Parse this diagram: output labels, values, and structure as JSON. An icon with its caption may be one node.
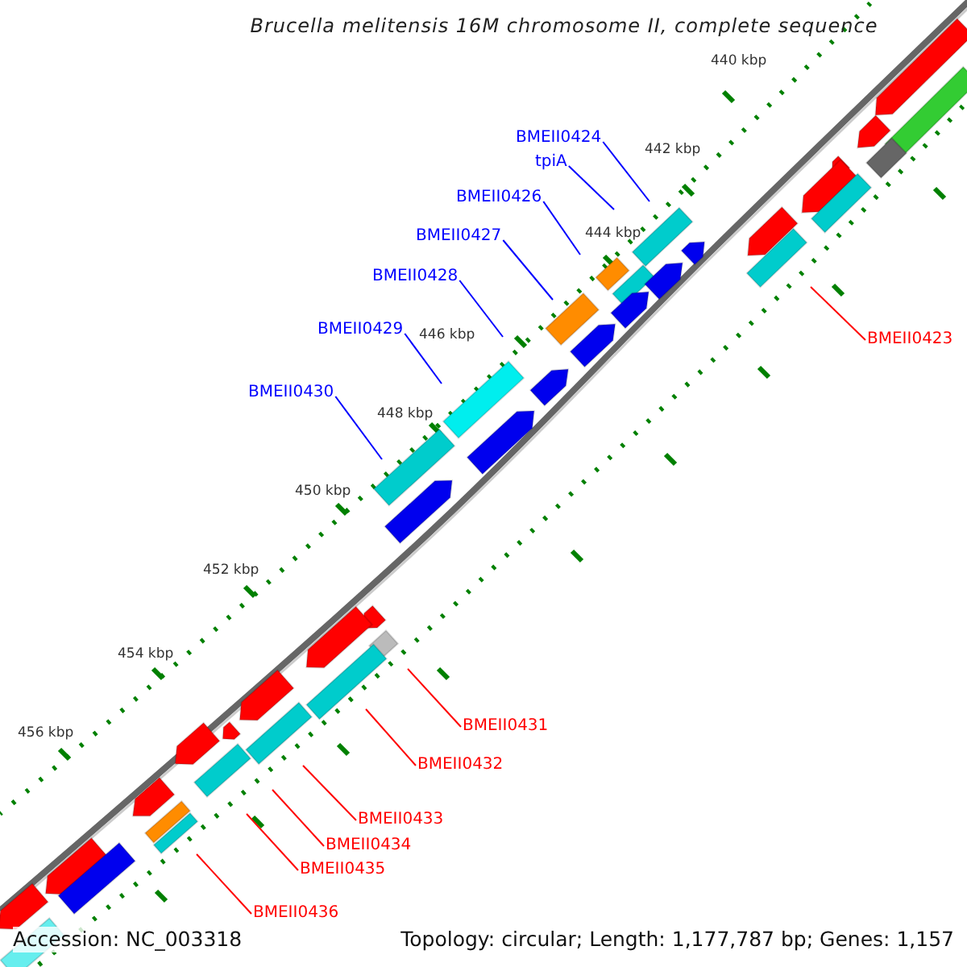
{
  "diagram": {
    "title": "Brucella melitensis 16M chromosome II, complete sequence",
    "nodes": [
      {
        "text": [
          "BMEII0424"
        ]
      },
      {
        "text": [
          "tpiA"
        ]
      },
      {
        "text": [
          "BMEII0426"
        ]
      },
      {
        "text": [
          "BMEII0427"
        ]
      },
      {
        "text": [
          "BMEII0428"
        ]
      },
      {
        "text": [
          "BMEII0429"
        ]
      },
      {
        "text": [
          "BMEII0423"
        ]
      },
      {
        "text": [
          "BMEII0430"
        ]
      },
      {
        "text": [
          "BMEII0431"
        ]
      },
      {
        "text": [
          "BMEII0432"
        ]
      },
      {
        "text": [
          "BMEII0433"
        ]
      },
      {
        "text": [
          "BMEII0434"
        ]
      },
      {
        "text": [
          "BMEII0435"
        ]
      },
      {
        "text": [
          "BMEII0436"
        ]
      }
    ],
    "edges": [
      {
        "from": 0,
        "to": null,
        "arrow": "none",
        "color": "#0000ff"
      },
      {
        "from": 1,
        "to": null,
        "arrow": "none",
        "color": "#0000ff"
      },
      {
        "from": 2,
        "to": null,
        "arrow": "none",
        "color": "#0000ff"
      },
      {
        "from": 3,
        "to": null,
        "arrow": "none",
        "color": "#0000ff"
      },
      {
        "from": 4,
        "to": null,
        "arrow": "none",
        "color": "#0000ff"
      },
      {
        "from": 5,
        "to": null,
        "arrow": "none",
        "color": "#0000ff"
      },
      {
        "from": 6,
        "to": null,
        "arrow": "none",
        "color": "#ff0000"
      },
      {
        "from": 7,
        "to": null,
        "arrow": "none",
        "color": "#0000ff"
      },
      {
        "from": 8,
        "to": null,
        "arrow": "none",
        "color": "#ff0000"
      },
      {
        "from": 9,
        "to": null,
        "arrow": "none",
        "color": "#ff0000"
      },
      {
        "from": 10,
        "to": null,
        "arrow": "none",
        "color": "#ff0000"
      },
      {
        "from": 11,
        "to": null,
        "arrow": "none",
        "color": "#ff0000"
      },
      {
        "from": 12,
        "to": null,
        "arrow": "none",
        "color": "#ff0000"
      },
      {
        "from": 13,
        "to": null,
        "arrow": "none",
        "color": "#ff0000"
      }
    ],
    "labels": [
      "440 kbp",
      "442 kbp",
      "444 kbp",
      "446 kbp",
      "448 kbp",
      "450 kbp",
      "452 kbp",
      "454 kbp",
      "456 kbp",
      "Accession: NC_003318",
      "Topology: circular; Length: 1,177,787 bp; Genes: 1,157"
    ]
  }
}
